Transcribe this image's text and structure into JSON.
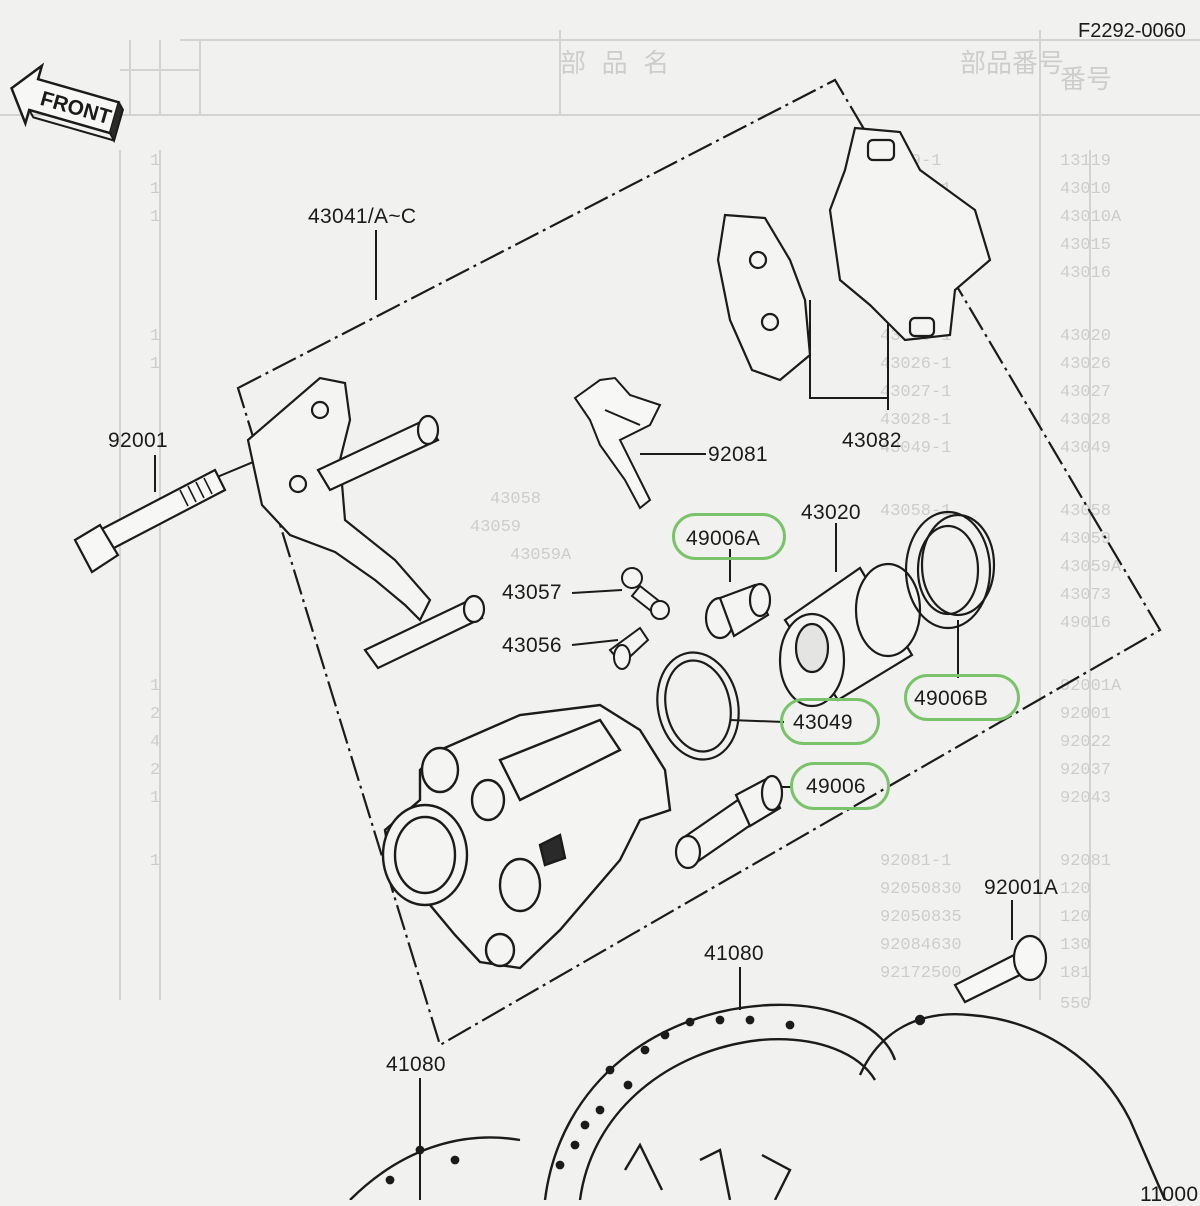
{
  "figure_code": "F2292-0060",
  "front_label": "FRONT",
  "accent_color": "#7ac36a",
  "ink_color": "#1b1b1b",
  "part_labels": {
    "assembly": "43041/A~C",
    "pad_set": "43082",
    "bolt": "92001",
    "pad_spring": "92081",
    "boot_a": "49006A",
    "piston": "43020",
    "boot_b": "49006B",
    "bleed_cap": "43057",
    "bleed_valve": "43056",
    "seal": "43049",
    "boot": "49006",
    "disc_bolt": "92001A",
    "disc": "41080",
    "disc_left": "41080",
    "edge": "11000"
  },
  "highlighted": [
    "boot_a",
    "boot_b",
    "seal",
    "boot"
  ]
}
